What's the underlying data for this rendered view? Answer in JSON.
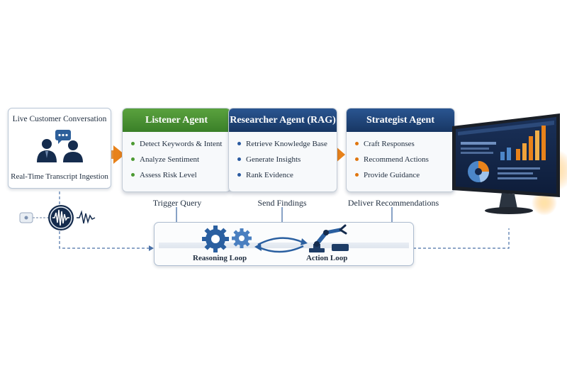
{
  "source": {
    "title": "Live Customer Conversation",
    "caption": "Real-Time Transcript Ingestion"
  },
  "agents": [
    {
      "title": "Listener Agent",
      "color": "#3f8a2c",
      "bullet_color": "#4c9a32",
      "items": [
        "Detect Keywords & Intent",
        "Analyze Sentiment",
        "Assess Risk Level"
      ],
      "output_label": "Trigger Query"
    },
    {
      "title": "Researcher Agent (RAG)",
      "color": "#1c3f73",
      "bullet_color": "#2a5aa0",
      "items": [
        "Retrieve Knowledge Base",
        "Generate Insights",
        "Rank Evidence"
      ],
      "output_label": "Send Findings"
    },
    {
      "title": "Strategist Agent",
      "color": "#1c3f73",
      "bullet_color": "#e0760f",
      "items": [
        "Craft Responses",
        "Recommend Actions",
        "Provide Guidance"
      ],
      "output_label": "Deliver Recommendations"
    }
  ],
  "loops": {
    "reasoning_label": "Reasoning Loop",
    "action_label": "Action Loop"
  },
  "icons": [
    "chat-bubble-icon",
    "people-icon",
    "audio-wave-icon",
    "gears-icon",
    "robot-arm-icon",
    "monitor-icon",
    "cycle-arrows-icon"
  ],
  "colors": {
    "arrow_orange": "#e8821a",
    "navy": "#1c3f73",
    "green": "#3f8a2c"
  }
}
